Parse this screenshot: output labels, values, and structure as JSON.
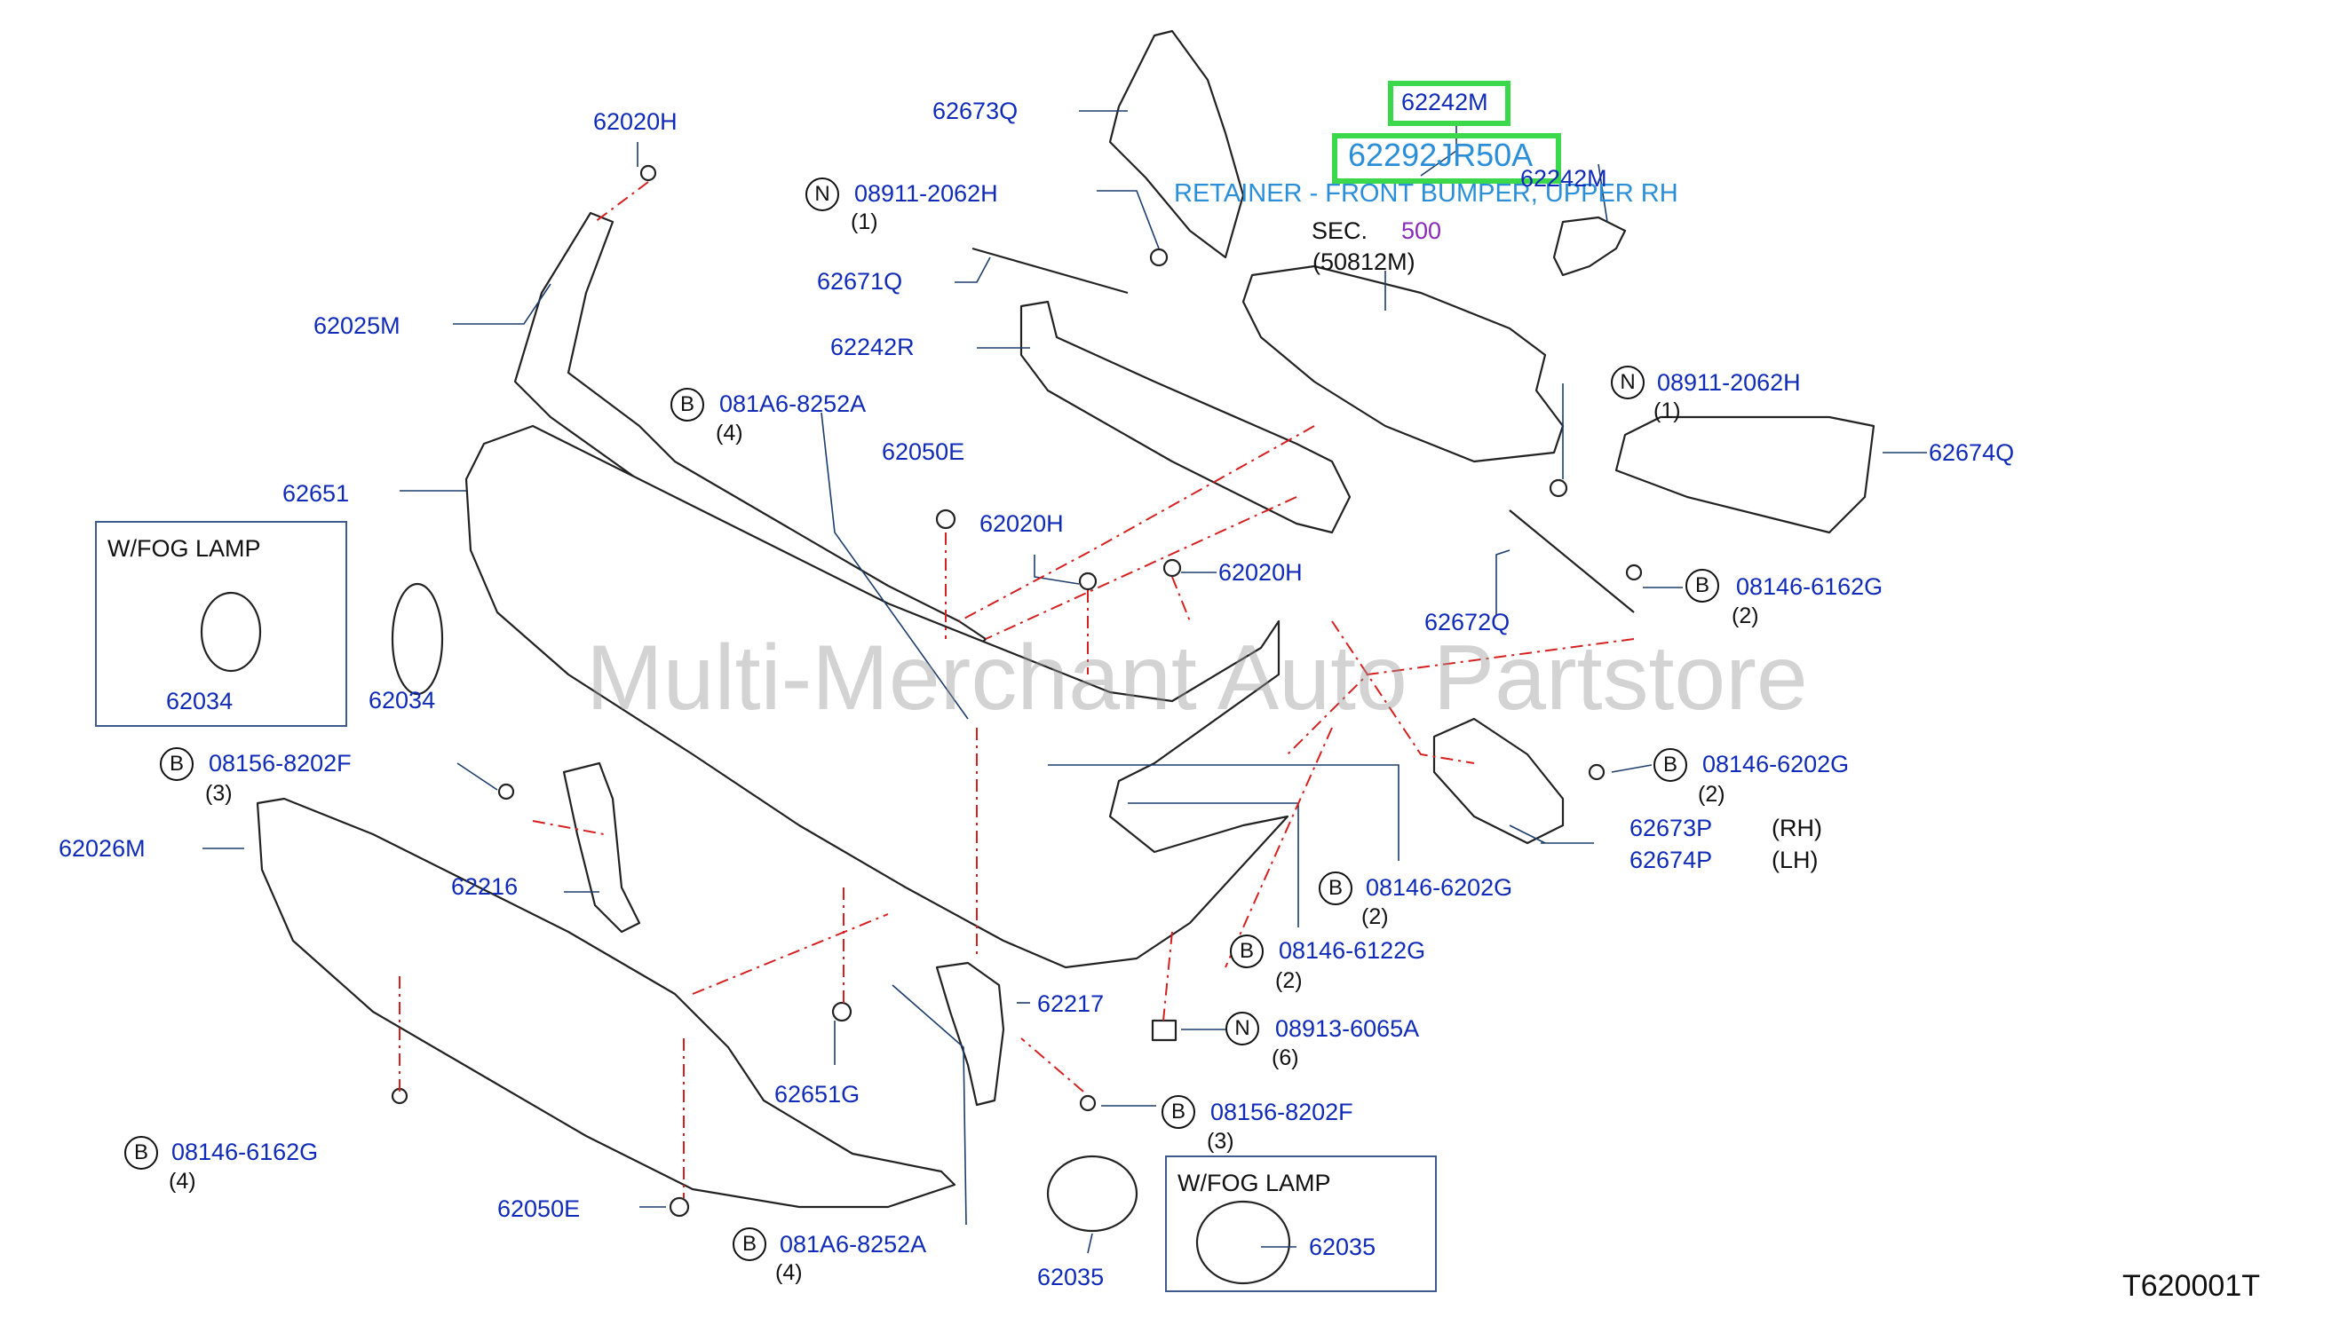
{
  "watermark": "Multi-Merchant Auto Partstore",
  "diagram_id": "T620001T",
  "highlight": {
    "part": "62242M",
    "selected_part": "62292JR50A",
    "tooltip": "RETAINER - FRONT BUMPER, UPPER RH"
  },
  "section_ref": {
    "prefix": "SEC.",
    "number": "500",
    "part": "(50812M)"
  },
  "fog_boxes": [
    {
      "title": "W/FOG   LAMP",
      "part": "62034"
    },
    {
      "title": "W/FOG   LAMP",
      "part": "62035"
    }
  ],
  "labels": {
    "p62020H_top": "62020H",
    "p62673Q": "62673Q",
    "p62242M_2": "62242M",
    "p08911_a": "08911-2062H",
    "q1_a": "(1)",
    "p62671Q": "62671Q",
    "p62025M": "62025M",
    "p62242R": "62242R",
    "p081A6_a": "081A6-8252A",
    "q4_a": "(4)",
    "p08911_b": "08911-2062H",
    "q1_b": "(1)",
    "p62674Q": "62674Q",
    "p62050E_top": "62050E",
    "p62651": "62651",
    "p62020H_mid": "62020H",
    "p62020H_right": "62020H",
    "p62034_out": "62034",
    "p62672Q": "62672Q",
    "p08146_6162G_a": "08146-6162G",
    "q2_a": "(2)",
    "p08156_a": "08156-8202F",
    "q3_a": "(3)",
    "p08146_6202G_a": "08146-6202G",
    "q2_b": "(2)",
    "p62026M": "62026M",
    "p62673P": "62673P",
    "rh": "(RH)",
    "p62674P": "62674P",
    "lh": "(LH)",
    "p62216": "62216",
    "p08146_6202G_b": "08146-6202G",
    "q2_c": "(2)",
    "p08146_6122G": "08146-6122G",
    "q2_d": "(2)",
    "p62217": "62217",
    "p08913": "08913-6065A",
    "q6": "(6)",
    "p62651G": "62651G",
    "p08156_b": "08156-8202F",
    "q3_b": "(3)",
    "p08146_6162G_b": "08146-6162G",
    "q4_b": "(4)",
    "p62050E_bot": "62050E",
    "p081A6_b": "081A6-8252A",
    "q4_c": "(4)",
    "p62035_out": "62035"
  },
  "badges": {
    "b": "B",
    "n": "N"
  },
  "colors": {
    "part_label": "#0f2bb8",
    "highlight": "#3ad84a",
    "tooltip": "#2a8fd8",
    "section_number": "#8a2bb8",
    "leader_dash": "#d62020"
  }
}
